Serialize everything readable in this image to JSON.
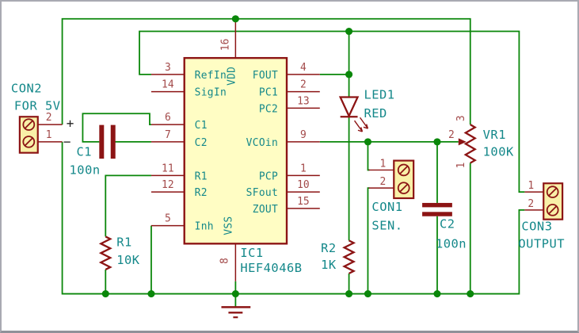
{
  "ic": {
    "ref": "IC1",
    "part": "HEF4046B",
    "pins_left": [
      {
        "num": "3",
        "name": "RefIn"
      },
      {
        "num": "14",
        "name": "SigIn"
      },
      {
        "num": "6",
        "name": "C1"
      },
      {
        "num": "7",
        "name": "C2"
      },
      {
        "num": "11",
        "name": "R1"
      },
      {
        "num": "12",
        "name": "R2"
      },
      {
        "num": "5",
        "name": "Inh"
      }
    ],
    "pins_right": [
      {
        "num": "4",
        "name": "FOUT"
      },
      {
        "num": "2",
        "name": "PC1"
      },
      {
        "num": "13",
        "name": "PC2"
      },
      {
        "num": "9",
        "name": "VCOin"
      },
      {
        "num": "1",
        "name": "PCP"
      },
      {
        "num": "10",
        "name": "SFout"
      },
      {
        "num": "15",
        "name": "ZOUT"
      }
    ],
    "pin_top": {
      "num": "16",
      "name": "VDD"
    },
    "pin_bottom": {
      "num": "8",
      "name": "VSS"
    }
  },
  "connectors": {
    "con2": {
      "ref": "CON2",
      "label": "FOR 5V",
      "pin_top": "2",
      "pin_bottom": "1",
      "polarity_plus": "+",
      "polarity_minus": "−"
    },
    "con1": {
      "ref": "CON1",
      "label": "SEN.",
      "pin_top": "1",
      "pin_bottom": "2"
    },
    "con3": {
      "ref": "CON3",
      "label": "OUTPUT",
      "pin_top": "1",
      "pin_bottom": "2"
    }
  },
  "components": {
    "c1": {
      "ref": "C1",
      "value": "100n"
    },
    "c2": {
      "ref": "C2",
      "value": "100n"
    },
    "r1": {
      "ref": "R1",
      "value": "10K"
    },
    "r2": {
      "ref": "R2",
      "value": "1K"
    },
    "vr1": {
      "ref": "VR1",
      "value": "100K",
      "pin_top": "3",
      "pin_wiper": "2",
      "pin_bottom": "1"
    },
    "led1": {
      "ref": "LED1",
      "value": "RED"
    }
  },
  "colors": {
    "wire": "#0a870a",
    "component": "#8c1414",
    "pin_number": "#a34a4a",
    "label": "#14888a",
    "ic_fill": "#fffdc4",
    "connector_fill": "#f9f0a8",
    "background": "#ffffff"
  }
}
